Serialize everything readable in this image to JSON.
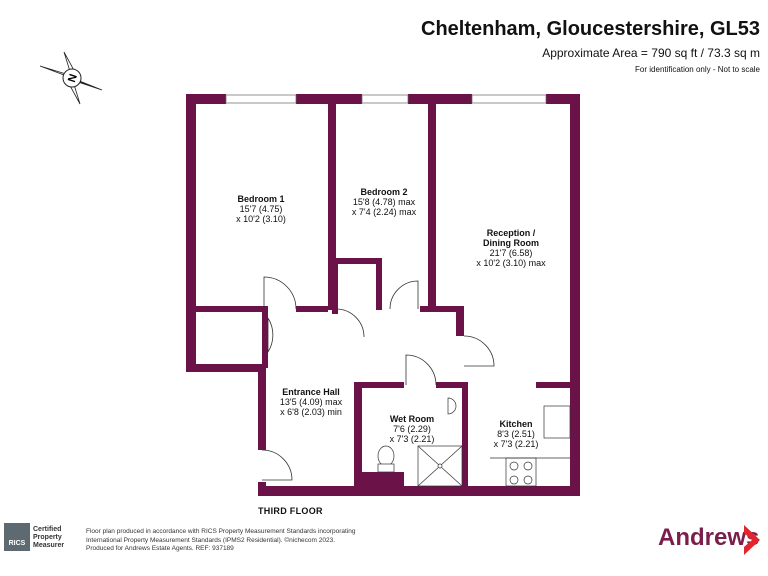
{
  "header": {
    "title": "Cheltenham, Gloucestershire, GL53",
    "area": "Approximate Area = 790 sq ft / 73.3 sq m",
    "note": "For identification only - Not to scale"
  },
  "compass": {
    "letter": "N"
  },
  "rooms": {
    "bedroom1": {
      "name": "Bedroom 1",
      "dim1": "15'7 (4.75)",
      "dim2": "x 10'2 (3.10)"
    },
    "bedroom2": {
      "name": "Bedroom 2",
      "dim1": "15'8 (4.78) max",
      "dim2": "x 7'4 (2.24) max"
    },
    "reception": {
      "name1": "Reception /",
      "name2": "Dining Room",
      "dim1": "21'7 (6.58)",
      "dim2": "x 10'2 (3.10) max"
    },
    "hall": {
      "name": "Entrance Hall",
      "dim1": "13'5 (4.09) max",
      "dim2": "x 6'8 (2.03) min"
    },
    "wetroom": {
      "name": "Wet Room",
      "dim1": "7'6 (2.29)",
      "dim2": "x 7'3 (2.21)"
    },
    "kitchen": {
      "name": "Kitchen",
      "dim1": "8'3 (2.51)",
      "dim2": "x 7'3 (2.21)"
    }
  },
  "floor_label": "THIRD FLOOR",
  "footer": {
    "line1": "Floor plan produced in accordance with RICS Property Measurement Standards incorporating",
    "line2": "International Property Measurement Standards (IPMS2 Residential). ©nichecom 2023.",
    "line3": "Produced for Andrews Estate Agents.   REF:  937189"
  },
  "badge": {
    "logo": "RICS",
    "line1": "Certified",
    "line2": "Property",
    "line3": "Measurer"
  },
  "brand": {
    "name": "Andrews"
  },
  "colors": {
    "wall": "#6b1248",
    "brand": "#7a1f4b",
    "chevron": "#e3262e"
  }
}
